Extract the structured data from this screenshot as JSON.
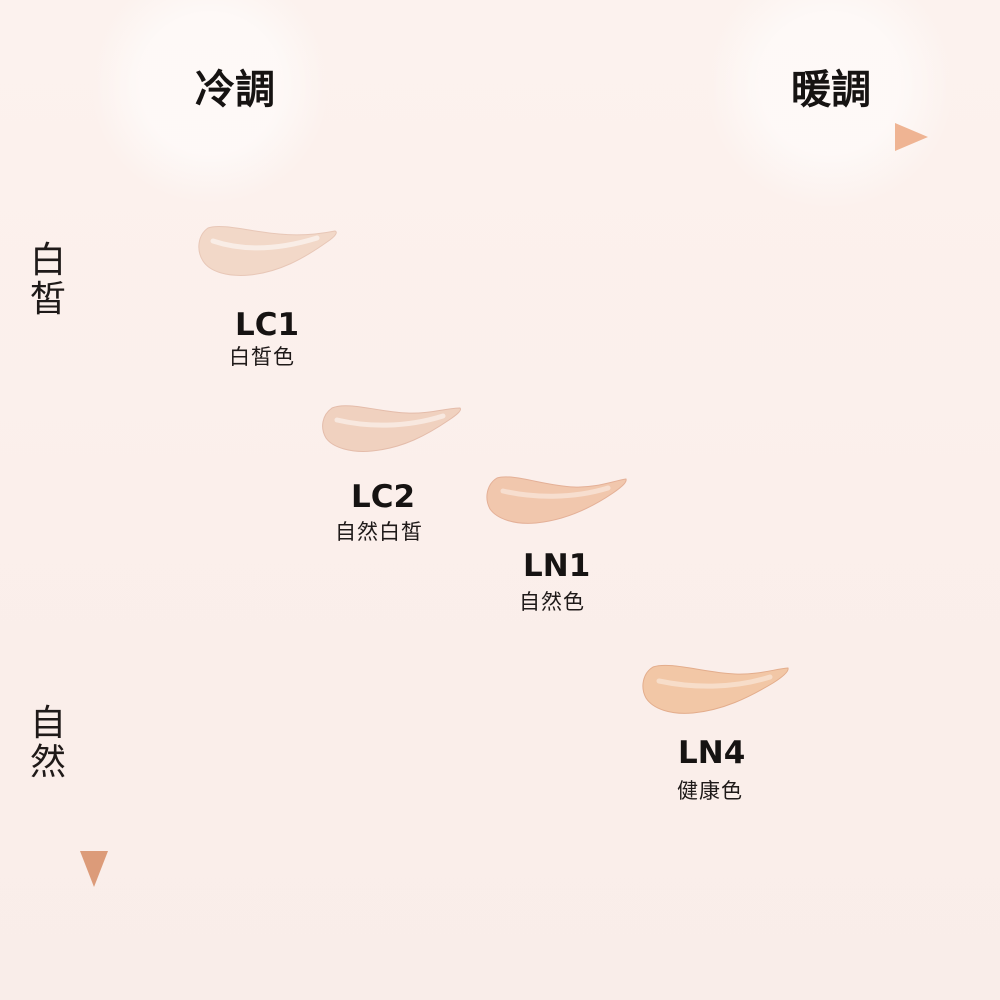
{
  "headings": {
    "cool": "冷調",
    "warm": "暖調",
    "fair": "白\n皙",
    "natural": "自\n然"
  },
  "colors": {
    "background": "#fbefeb",
    "axis_gradient_start": "#d9a387",
    "axis_gradient_end": "#f1bea0",
    "text": "#161312"
  },
  "shades": [
    {
      "code": "LC1",
      "name": "白皙色",
      "swatch_color": "#f1d8c8"
    },
    {
      "code": "LC2",
      "name": "自然白皙",
      "swatch_color": "#f0d2bf"
    },
    {
      "code": "LN1",
      "name": "自然色",
      "swatch_color": "#f1c8ae"
    },
    {
      "code": "LN4",
      "name": "健康色",
      "swatch_color": "#f1c7a6"
    }
  ]
}
